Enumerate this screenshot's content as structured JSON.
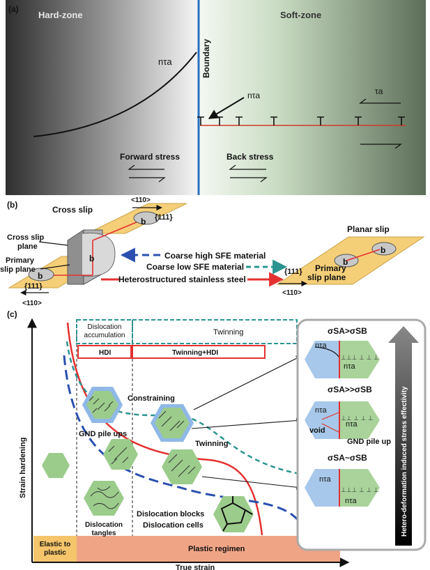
{
  "panel_a": {
    "label": "(a)",
    "hard_zone": "Hard-zone",
    "soft_zone": "Soft-zone",
    "boundary": "Boundary",
    "n_tau_curve": "nτa",
    "n_tau_arrow": "nτa",
    "tau_right": "τa",
    "forward_stress": "Forward stress",
    "back_stress": "Back stress"
  },
  "panel_b": {
    "label": "(b)",
    "cross_slip": "Cross slip",
    "cross_slip_plane": "Cross slip plane",
    "primary_slip_plane_left": "Primary slip plane",
    "dir_top": "<110>",
    "plane_top": "{111}",
    "plane_left": "{111}",
    "dir_bottom_left": "<110>",
    "b_vec": "b",
    "planar_slip": "Planar slip",
    "plane_right": "{111}",
    "primary_slip_plane_right": "Primary slip plane",
    "dir_right": "<110>",
    "legend": [
      {
        "label": "Coarse high SFE material",
        "color": "#2a4fb0"
      },
      {
        "label": "Coarse low SFE material",
        "color": "#2a9490"
      },
      {
        "label": "Heterostructured stainless steel",
        "color": "#e43030"
      }
    ]
  },
  "panel_c": {
    "label": "(c)",
    "y_axis": "Strain hardening",
    "x_axis": "True strain",
    "dislocation_accumulation": "Dislocation accumulation",
    "twinning_top": "Twinning",
    "hdi": "HDI",
    "twinning_hdi": "Twinning+HDI",
    "constraining": "Constraining",
    "gnd_pile_ups": "GND pile ups",
    "twinning": "Twinning",
    "dislocation_tangles": "Dislocation tangles",
    "dislocation_blocks": "Dislocation blocks",
    "dislocation_cells": "Dislocation cells",
    "elastic_to_plastic": "Elastic to plastic",
    "plastic_regimen": "Plastic regimen",
    "box_1_title": "σSA>σSB",
    "box_2_title": "σSA>>σSB",
    "box_3_title": "σSA~σSB",
    "n_tau": "nτa",
    "void": "void",
    "gnd_pile_up": "GND pile up",
    "hdi_arrow": "Hetero-deformation induced stress effectivity"
  }
}
